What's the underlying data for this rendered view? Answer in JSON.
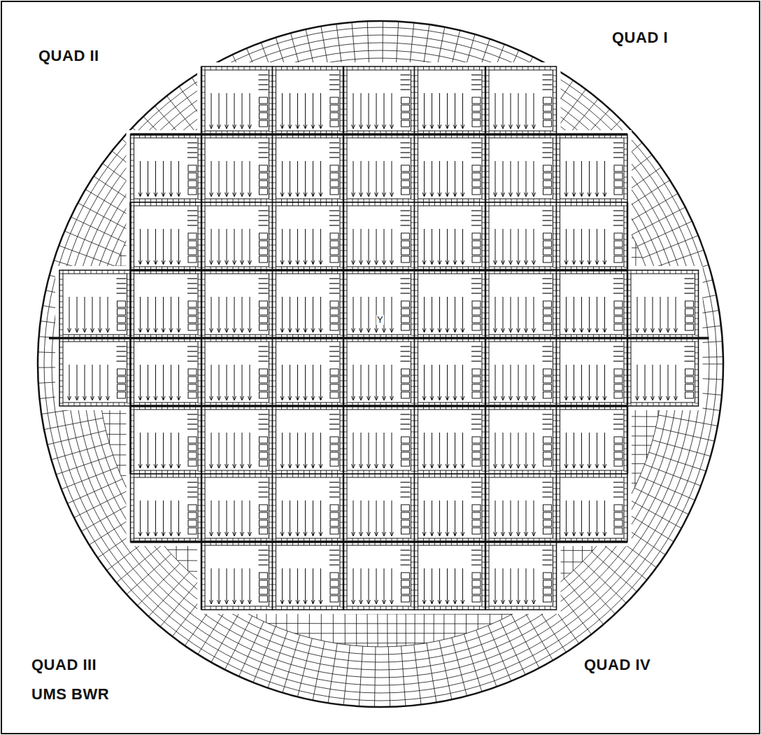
{
  "diagram": {
    "labels": [
      "QUAD II",
      "QUAD I",
      "Y",
      "QUAD III",
      "QUAD IV",
      "UMS BWR"
    ]
  }
}
